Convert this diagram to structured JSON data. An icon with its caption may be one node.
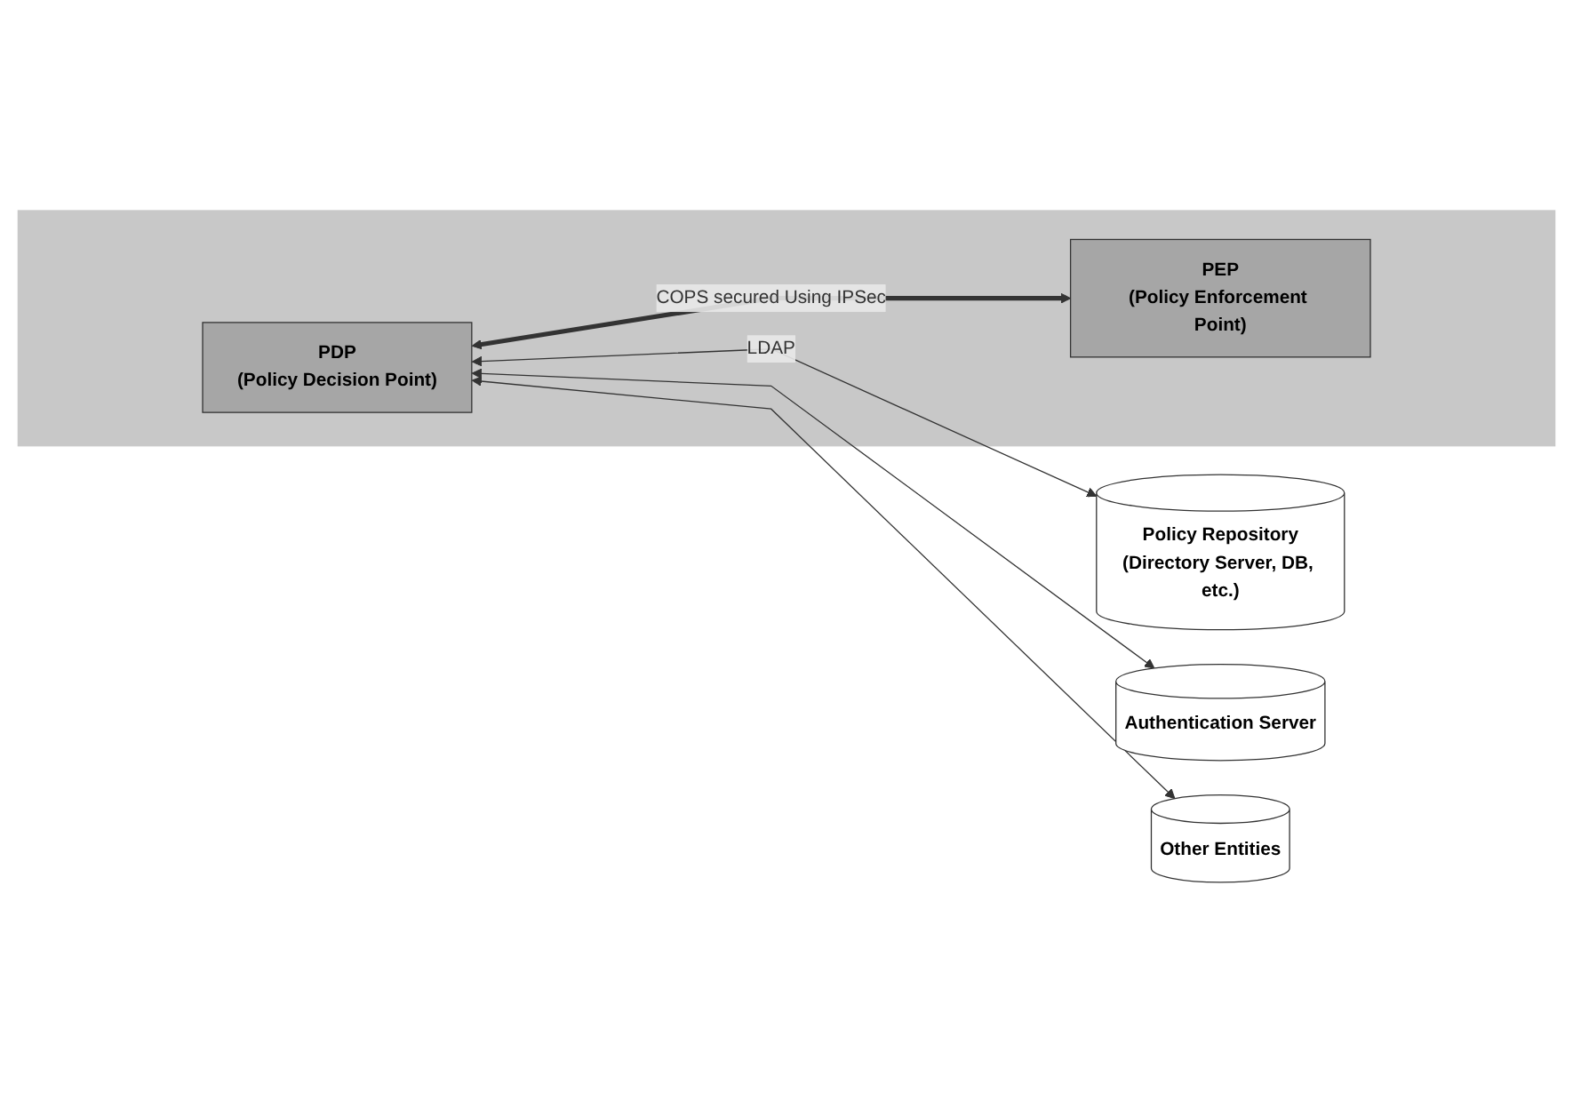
{
  "diagram": {
    "nodes": [
      {
        "text": [],
        "shape": "box"
      },
      {
        "text": [
          "PDP",
          "(Policy Decision Point)"
        ],
        "in": 0
      },
      {
        "text": [
          "PEP",
          "(Policy Enforcement Point)"
        ],
        "in": 0
      },
      {
        "text": [
          "Policy Repository",
          "(Directory Server, DB, etc.)"
        ]
      },
      {
        "text": [
          "Authentication Server"
        ]
      },
      {
        "text": [
          "Other Entities"
        ]
      }
    ],
    "edges": [
      {
        "from": 1,
        "to": 3,
        "arrow": "both",
        "label": "LDAP"
      },
      {
        "from": 1,
        "to": 4,
        "arrow": "both"
      },
      {
        "from": 1,
        "to": 5,
        "arrow": "both"
      },
      {
        "from": 1,
        "to": 2,
        "arrow": "both",
        "label": "COPS secured Using IPSec",
        "style": "thick"
      }
    ]
  }
}
